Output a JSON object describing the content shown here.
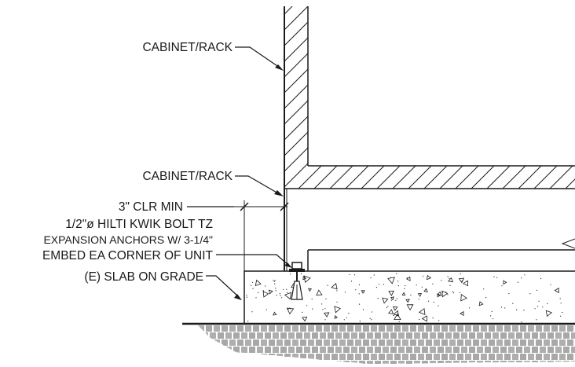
{
  "labels": {
    "cabinet_top": "CABINET/RACK",
    "cabinet_mid": "CABINET/RACK",
    "clearance": "3\" CLR MIN",
    "anchor_line1": "1/2\"ø HILTI KWIK BOLT TZ",
    "anchor_line2": "EXPANSION ANCHORS W/ 3-1/4\"",
    "anchor_line3": "EMBED EA CORNER OF UNIT",
    "slab": "(E) SLAB ON GRADE"
  },
  "colors": {
    "ink": "#1a1a1a",
    "paper": "#ffffff"
  }
}
